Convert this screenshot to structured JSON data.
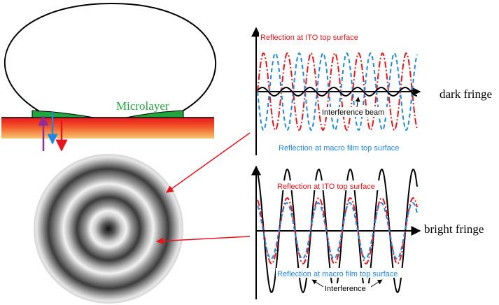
{
  "bubble": {
    "microlayer_label": "Microlayer"
  },
  "dark_panel": {
    "ito_reflection_label": "Reflection at ITO top surface",
    "macro_reflection_label": "Reflection at macro film top surface",
    "interference_label": "Interference beam",
    "fringe_label": "dark fringe"
  },
  "bright_panel": {
    "ito_reflection_label": "Reflection at ITO top surface",
    "macro_reflection_label": "Reflection at macro film top surface",
    "interference_label": "Interference",
    "fringe_label": "bright fringe"
  },
  "colors": {
    "ito_reflection": "#e8141c",
    "macro_reflection": "#1e88e5",
    "interference": "#000000",
    "microlayer": "#1fa63c",
    "substrate_top": "#e8141c",
    "substrate_bottom": "#f7c56f",
    "arrow_purple": "#8e2c9a",
    "arrow_blue": "#1e88e5",
    "arrow_red": "#e8141c",
    "pointer": "#e8141c"
  }
}
